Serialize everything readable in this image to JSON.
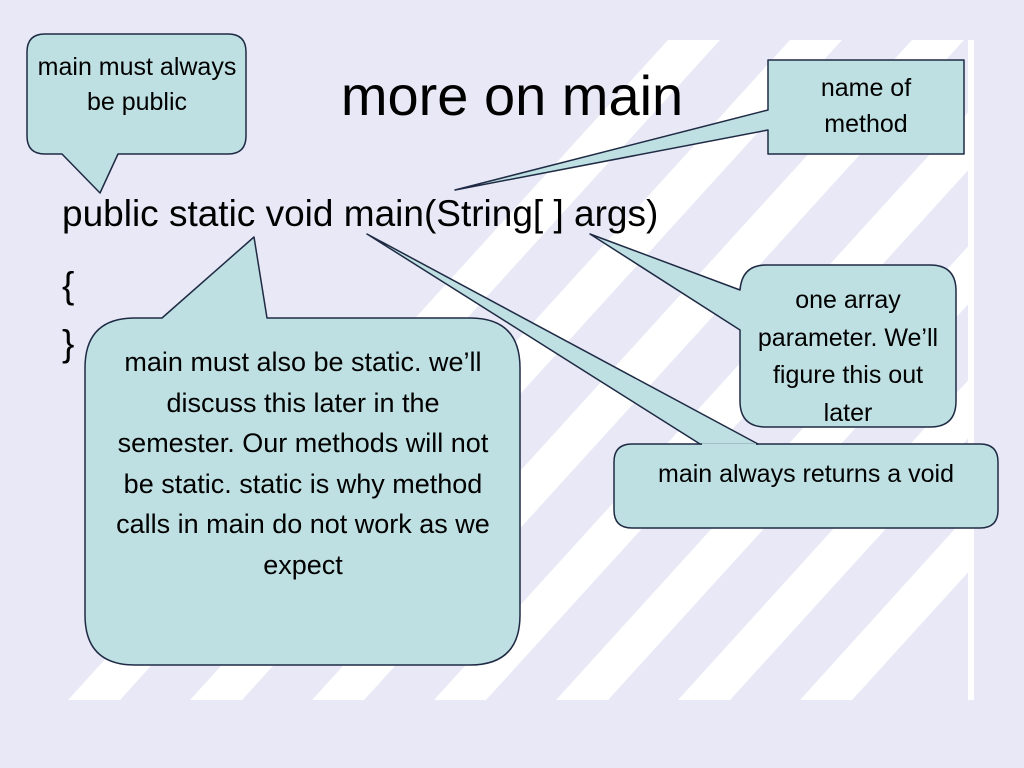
{
  "slide": {
    "title": "more on main",
    "code": {
      "signature": "public static void main(String[ ] args)",
      "open_brace": "{",
      "close_brace": "}"
    },
    "callouts": {
      "public_note": "main must always be public",
      "name_note": "name of method",
      "static_note": "main must also be static. we’ll discuss this later in the semester. Our methods will not be static. static is why method calls in main do not work as we expect",
      "array_note": "one array parameter. We’ll figure this out later",
      "void_note": "main always returns a void"
    }
  },
  "colors": {
    "background": "#E8E8F6",
    "stripes": "#FFFFFF",
    "callout_fill": "#BFE0E2",
    "callout_stroke": "#1F2A44"
  }
}
